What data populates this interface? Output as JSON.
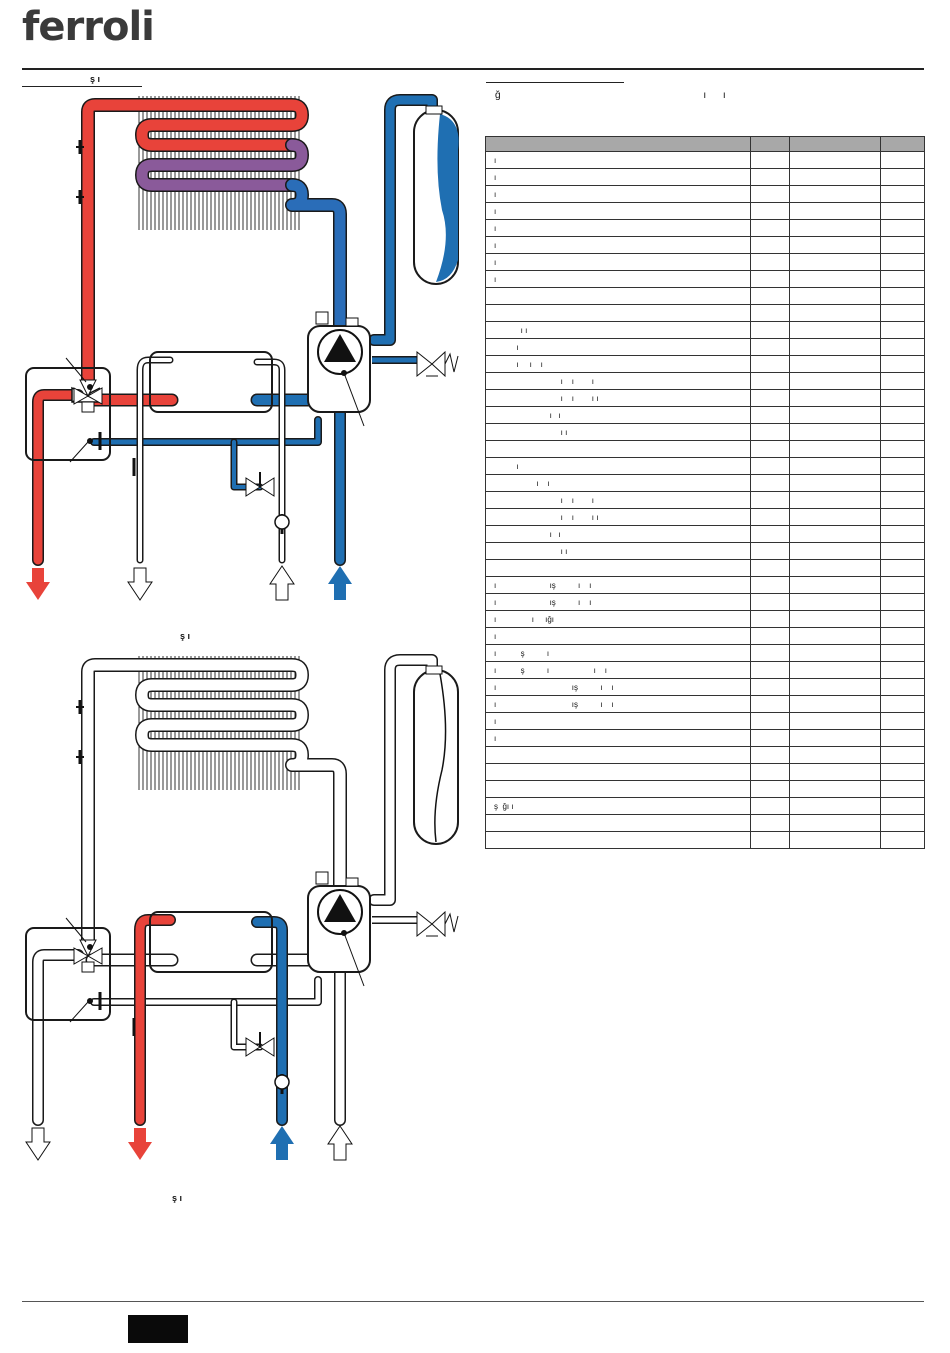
{
  "header": {
    "logo": "ferroli"
  },
  "left": {
    "title": "ş      ı",
    "caption1": "ş          ı",
    "caption2": "ş          ı"
  },
  "right": {
    "intro": "ğ                                                                         ı      ı"
  },
  "table": {
    "rows": [
      [
        "ı",
        "",
        "",
        ""
      ],
      [
        "ı",
        "",
        "",
        ""
      ],
      [
        "ı",
        "",
        "",
        ""
      ],
      [
        "ı",
        "",
        "",
        ""
      ],
      [
        "ı",
        "",
        "",
        ""
      ],
      [
        "ı",
        "",
        "",
        ""
      ],
      [
        "ı",
        "",
        "",
        ""
      ],
      [
        "ı",
        "",
        "",
        ""
      ],
      [
        "",
        "",
        "",
        ""
      ],
      [
        "",
        "",
        "",
        ""
      ],
      [
        "            ı ı",
        "",
        "",
        ""
      ],
      [
        "          ı",
        "",
        "",
        ""
      ],
      [
        "          ı     ı    ı",
        "",
        "",
        ""
      ],
      [
        "                              ı    ı        ı",
        "",
        "",
        ""
      ],
      [
        "                              ı    ı        ı ı",
        "",
        "",
        ""
      ],
      [
        "                         ı   ı",
        "",
        "",
        ""
      ],
      [
        "                              ı ı",
        "",
        "",
        ""
      ],
      [
        "",
        "",
        "",
        ""
      ],
      [
        "          ı",
        "",
        "",
        ""
      ],
      [
        "                   ı    ı",
        "",
        "",
        ""
      ],
      [
        "                              ı    ı        ı",
        "",
        "",
        ""
      ],
      [
        "                              ı    ı        ı ı",
        "",
        "",
        ""
      ],
      [
        "                         ı   ı",
        "",
        "",
        ""
      ],
      [
        "                              ı ı",
        "",
        "",
        ""
      ],
      [
        "",
        "",
        "",
        ""
      ],
      [
        "ı                        ış          ı    ı",
        "",
        "",
        ""
      ],
      [
        "ı                        ış          ı    ı",
        "",
        "",
        ""
      ],
      [
        "ı                ı     ığı",
        "",
        "",
        ""
      ],
      [
        "ı",
        "",
        "",
        ""
      ],
      [
        "ı           ş          ı",
        "",
        "",
        ""
      ],
      [
        "ı           ş          ı                    ı    ı",
        "",
        "",
        ""
      ],
      [
        "ı                                  ış          ı    ı",
        "",
        "",
        ""
      ],
      [
        "ı                                  ış          ı    ı",
        "",
        "",
        ""
      ],
      [
        "ı",
        "",
        "",
        ""
      ],
      [
        "ı",
        "",
        "",
        ""
      ],
      [
        "",
        "",
        "",
        ""
      ],
      [
        "",
        "",
        "",
        ""
      ],
      [
        "",
        "",
        "",
        ""
      ],
      [
        "ş  ğı ı",
        "",
        "",
        ""
      ],
      [
        "",
        "",
        "",
        ""
      ],
      [
        "",
        "",
        "",
        ""
      ]
    ]
  },
  "colors": {
    "hot": "#e8433a",
    "cold": "#1f6fb2",
    "mixed": "#7a5a9a",
    "grey_header": "#a8a8a8"
  }
}
